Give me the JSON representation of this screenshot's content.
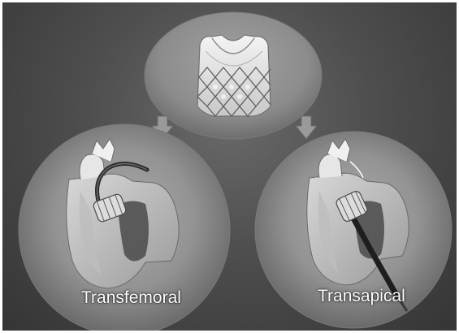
{
  "figure": {
    "background_color": "#4e4e4e",
    "circle_color": "#8c8c8c",
    "arrow_color": "#9a9a9a"
  },
  "top_panel": {
    "content": "transcatheter-valve-stent"
  },
  "left_panel": {
    "label": "Transfemoral",
    "content": "heart-with-catheter-via-aorta"
  },
  "right_panel": {
    "label": "Transapical",
    "content": "heart-with-catheter-via-apex"
  }
}
